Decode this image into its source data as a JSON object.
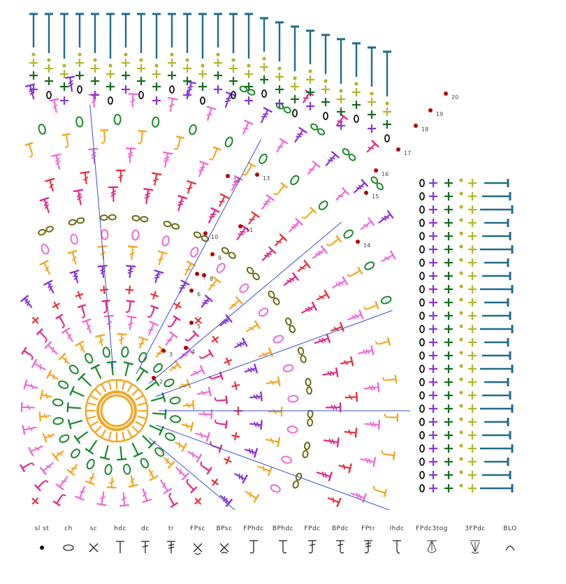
{
  "colors": {
    "teal": "#1f6b8c",
    "olive": "#b5b52a",
    "green": "#1a8a2a",
    "darkgreen": "#126d1e",
    "purple": "#8a35d6",
    "magenta": "#e0298a",
    "pink": "#f06ad8",
    "orange": "#f5a623",
    "red": "#e8323a",
    "brown": "#6b6b14",
    "blue": "#3a4fd0",
    "black": "#111111",
    "darkred": "#b00000"
  },
  "round_numbers": [
    "2",
    "3",
    "4",
    "5",
    "6",
    "7",
    "8",
    "9",
    "10",
    "11",
    "12",
    "13",
    "14",
    "15",
    "16",
    "17",
    "18",
    "19",
    "20"
  ],
  "legend": [
    {
      "label": "sl st",
      "icon": "slst-icon"
    },
    {
      "label": "ch",
      "icon": "chain-icon"
    },
    {
      "label": "sc",
      "icon": "sc-icon"
    },
    {
      "label": "hdc",
      "icon": "hdc-icon"
    },
    {
      "label": "dc",
      "icon": "dc-icon"
    },
    {
      "label": "tr",
      "icon": "tr-icon"
    },
    {
      "label": "FPsc",
      "icon": "fpsc-icon"
    },
    {
      "label": "BPsc",
      "icon": "bpsc-icon"
    },
    {
      "label": "FPhdc",
      "icon": "fphdc-icon"
    },
    {
      "label": "BPhdc",
      "icon": "bphdc-icon"
    },
    {
      "label": "FPdc",
      "icon": "fpdc-icon"
    },
    {
      "label": "BPdc",
      "icon": "bpdc-icon"
    },
    {
      "label": "FPtr",
      "icon": "fptr-icon"
    },
    {
      "label": "lhdc",
      "icon": "lhdc-icon"
    },
    {
      "label": "FPdc3tog",
      "icon": "fpdc3tog-icon"
    },
    {
      "label": "3FPdc",
      "icon": "3fpdc-icon"
    },
    {
      "label": "BLO",
      "icon": "blo-icon"
    }
  ]
}
